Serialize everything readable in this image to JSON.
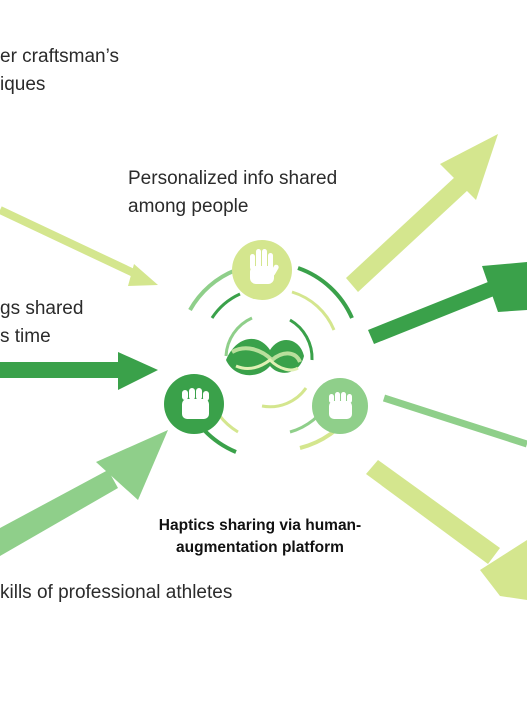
{
  "labels": {
    "craftsman_line1": "er craftsman’s",
    "craftsman_line2": "iques",
    "personalized_line1": "Personalized info shared",
    "personalized_line2": "among people",
    "feelings_line1": "gs shared",
    "feelings_line2": "s time",
    "platform_line1": "Haptics sharing via human-",
    "platform_line2": "augmentation platform",
    "athletes": "kills of professional athletes"
  },
  "colors": {
    "light_green": "#d4e68e",
    "mid_green": "#8fcf8a",
    "dark_green": "#3aa14a",
    "pale_green": "#b9df9c",
    "accent_green": "#5cb85c"
  },
  "icons": {
    "top_node": "open-hand-icon",
    "left_node": "raised-fist-icon",
    "right_node": "fist-icon",
    "center": "platform-logo-icon"
  }
}
